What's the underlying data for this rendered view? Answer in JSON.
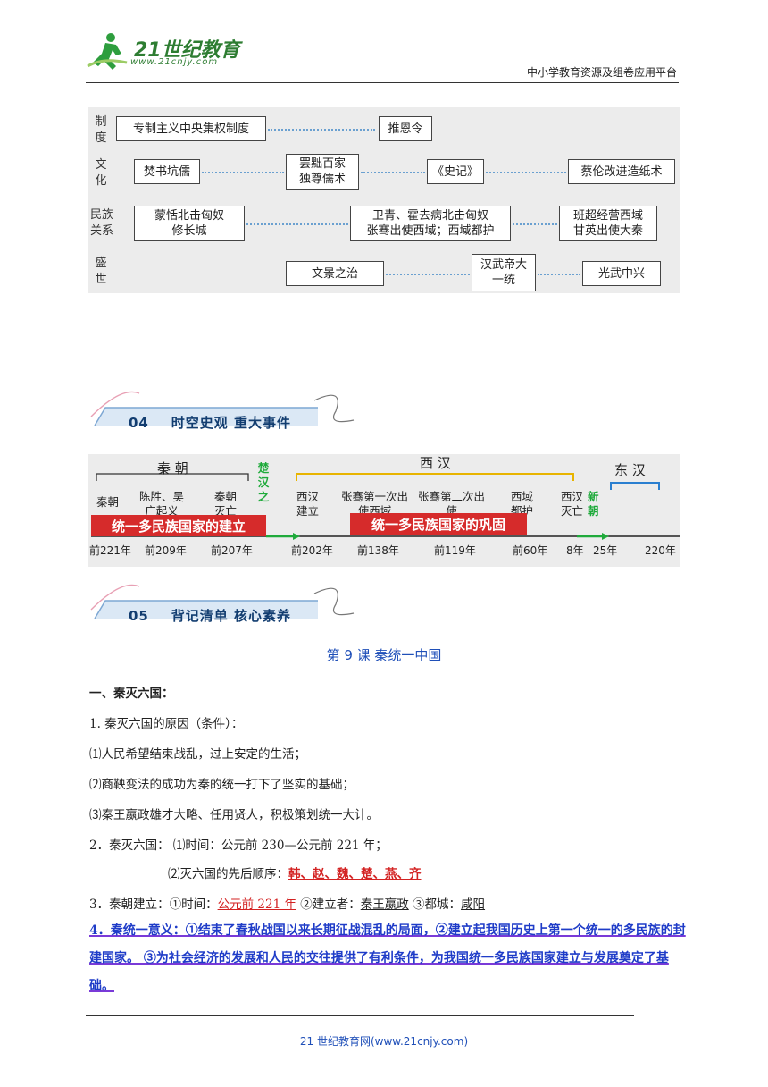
{
  "header": {
    "logo_main": "21世纪教育",
    "logo_url": "www.21cnjy.com",
    "platform": "中小学教育资源及组卷应用平台"
  },
  "diagram": {
    "rows": [
      {
        "label_a": "制",
        "label_b": "度",
        "items": [
          "专制主义中央集权制度",
          "推恩令"
        ]
      },
      {
        "label_a": "文",
        "label_b": "化",
        "items": [
          "焚书坑儒",
          "罢黜百家",
          "独尊儒术",
          "《史记》",
          "蔡伦改进造纸术"
        ]
      },
      {
        "label_a": "民族",
        "label_b": "关系",
        "items": [
          "蒙恬北击匈奴",
          "修长城",
          "卫青、霍去病北击匈奴",
          "张骞出使西域；西域都护",
          "班超经营西域",
          "甘英出使大秦"
        ]
      },
      {
        "label_a": "盛",
        "label_b": "世",
        "items": [
          "文景之治",
          "汉武帝大",
          "一统",
          "光武中兴"
        ]
      }
    ]
  },
  "section04": {
    "num": "04",
    "title": "时空史观  重大事件"
  },
  "timeline": {
    "qin_label": "秦  朝",
    "chuhan": [
      "楚",
      "汉",
      "之"
    ],
    "xihan_label": "西  汉",
    "donghan_label": "东  汉",
    "events": {
      "qin_jianli": "秦朝",
      "chensheng_a": "陈胜、吴",
      "chensheng_b": "广起义",
      "qin_mie_a": "秦朝",
      "qin_mie_b": "灭亡",
      "xihan_jl_a": "西汉",
      "xihan_jl_b": "建立",
      "zhangqian_a": "张骞第一次出",
      "zhangqian_b": "使西域",
      "zhangqian2_a": "张骞第二次出",
      "zhangqian2_b": "使",
      "xiyu_a": "西域",
      "xiyu_b": "都护",
      "xihan_mie_a": "西汉",
      "xihan_mie_b": "灭亡",
      "xin_a": "新",
      "xin_b": "朝"
    },
    "band_left": "统一多民族国家的建立",
    "band_right": "统一多民族国家的巩固",
    "years": [
      "前221年",
      "前209年",
      "前207年",
      "前202年",
      "前138年",
      "前119年",
      "前60年",
      "8年",
      "25年",
      "220年"
    ]
  },
  "section05": {
    "num": "05",
    "title": "背记清单  核心素养"
  },
  "lesson": {
    "title": "第 9 课  秦统一中国",
    "h1": "一、秦灭六国：",
    "p1": "1.   秦灭六国的原因（条件）：",
    "p2": "⑴人民希望结束战乱，过上安定的生活；",
    "p3": "⑵商鞅变法的成功为秦的统一打下了坚实的基础；",
    "p4": "⑶秦王嬴政雄才大略、任用贤人，积极策划统一大计。",
    "p5": "2．秦灭六国：  ⑴时间：公元前 230—公元前 221 年；",
    "p6_pre": "⑵灭六国的先后顺序：",
    "p6_red": "韩、赵、魏、楚、燕、齐",
    "p7_a": "3．秦朝建立：①时间：",
    "p7_red": "公元前 221 年",
    "p7_b": "  ②建立者：",
    "p7_c": "秦王嬴政",
    "p7_d": "   ③都城：",
    "p7_e": "咸阳",
    "blue": "4．秦统一意义：①结束了春秋战国以来长期征战混乱的局面，②建立起我国历史上第一个统一的多民族的封建国家。 ③为社会经济的发展和人民的交往提供了有利条件，为我国统一多民族国家建立与发展奠定了基础。"
  },
  "footer": "21 世纪教育网(www.21cnjy.com)"
}
